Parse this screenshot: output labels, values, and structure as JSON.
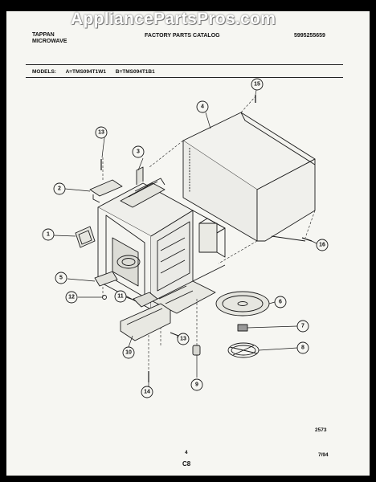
{
  "watermark": "AppliancePartsPros.com",
  "header": {
    "brand_line1": "TAPPAN",
    "brand_line2": "MICROWAVE",
    "catalog_title": "FACTORY PARTS CATALOG",
    "catalog_number": "5995255659"
  },
  "models": {
    "label": "MODELS:",
    "model_a": "A=TMS094T1W1",
    "model_b": "B=TMS094T1B1"
  },
  "callouts": [
    "1",
    "2",
    "3",
    "4",
    "5",
    "6",
    "7",
    "8",
    "9",
    "10",
    "11",
    "12",
    "13",
    "13",
    "14",
    "15",
    "16"
  ],
  "footer": {
    "diagram_code": "2573",
    "page_number": "4",
    "section_code": "C8",
    "date": "7/94"
  }
}
